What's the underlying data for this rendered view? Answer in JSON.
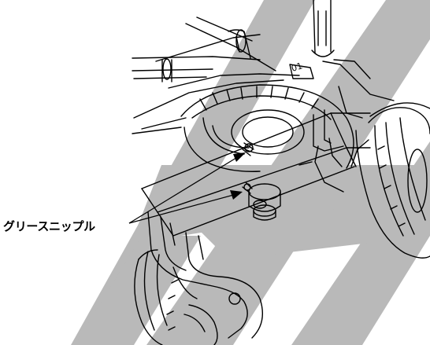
{
  "callout": {
    "label": "グリースニップル"
  },
  "part_marking": "01",
  "colors": {
    "ink": "#000000",
    "paper": "#ffffff",
    "watermark": "#b9b9b9"
  },
  "watermark": {
    "type": "diagonal-stripes",
    "count": 5
  }
}
